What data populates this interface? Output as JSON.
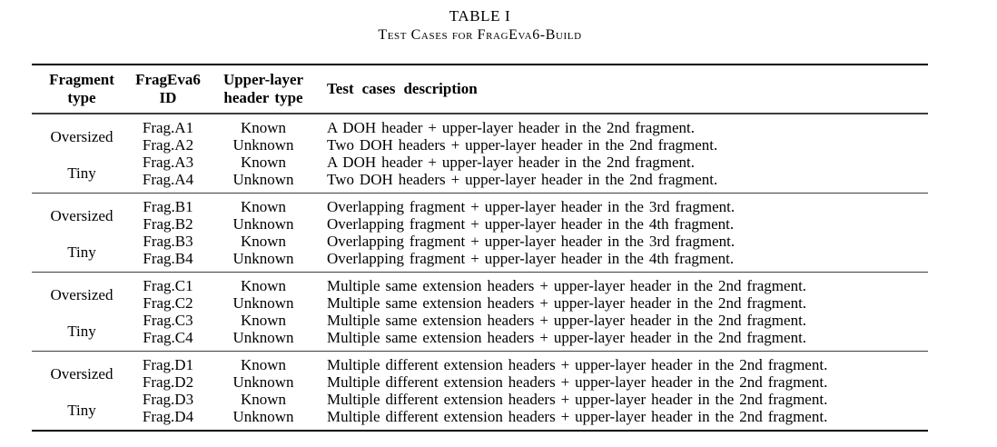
{
  "caption": {
    "label": "TABLE I",
    "title": "Test Cases for FragEva6-Build"
  },
  "table": {
    "headers": {
      "fragment_type": {
        "line1": "Fragment",
        "line2": "type"
      },
      "frageva6_id": {
        "line1": "FragEva6",
        "line2": "ID"
      },
      "upper_layer": {
        "line1": "Upper-layer",
        "line2": "header type"
      },
      "description": "Test cases description"
    },
    "groups": [
      {
        "oversized_label": "Oversized",
        "tiny_label": "Tiny",
        "rows": [
          {
            "id": "Frag.A1",
            "upper": "Known",
            "desc": "A DOH header + upper-layer header in the 2nd fragment."
          },
          {
            "id": "Frag.A2",
            "upper": "Unknown",
            "desc": "Two DOH headers + upper-layer header in the 2nd fragment."
          },
          {
            "id": "Frag.A3",
            "upper": "Known",
            "desc": "A DOH header + upper-layer header in the 2nd fragment."
          },
          {
            "id": "Frag.A4",
            "upper": "Unknown",
            "desc": "Two DOH headers + upper-layer header in the 2nd fragment."
          }
        ]
      },
      {
        "oversized_label": "Oversized",
        "tiny_label": "Tiny",
        "rows": [
          {
            "id": "Frag.B1",
            "upper": "Known",
            "desc": "Overlapping fragment + upper-layer header in the 3rd fragment."
          },
          {
            "id": "Frag.B2",
            "upper": "Unknown",
            "desc": "Overlapping fragment + upper-layer header in the 4th fragment."
          },
          {
            "id": "Frag.B3",
            "upper": "Known",
            "desc": "Overlapping fragment + upper-layer header in the 3rd fragment."
          },
          {
            "id": "Frag.B4",
            "upper": "Unknown",
            "desc": "Overlapping fragment + upper-layer header in the 4th fragment."
          }
        ]
      },
      {
        "oversized_label": "Oversized",
        "tiny_label": "Tiny",
        "rows": [
          {
            "id": "Frag.C1",
            "upper": "Known",
            "desc": "Multiple same extension headers + upper-layer header in the 2nd fragment."
          },
          {
            "id": "Frag.C2",
            "upper": "Unknown",
            "desc": "Multiple same extension headers + upper-layer header in the 2nd fragment."
          },
          {
            "id": "Frag.C3",
            "upper": "Known",
            "desc": "Multiple same extension headers + upper-layer header in the 2nd fragment."
          },
          {
            "id": "Frag.C4",
            "upper": "Unknown",
            "desc": "Multiple same extension headers + upper-layer header in the 2nd fragment."
          }
        ]
      },
      {
        "oversized_label": "Oversized",
        "tiny_label": "Tiny",
        "rows": [
          {
            "id": "Frag.D1",
            "upper": "Known",
            "desc": "Multiple different extension headers + upper-layer header in the 2nd fragment."
          },
          {
            "id": "Frag.D2",
            "upper": "Unknown",
            "desc": "Multiple different extension headers + upper-layer header in the 2nd fragment."
          },
          {
            "id": "Frag.D3",
            "upper": "Known",
            "desc": "Multiple different extension headers + upper-layer header in the 2nd fragment."
          },
          {
            "id": "Frag.D4",
            "upper": "Unknown",
            "desc": "Multiple different extension headers + upper-layer header in the 2nd fragment."
          }
        ]
      }
    ]
  }
}
